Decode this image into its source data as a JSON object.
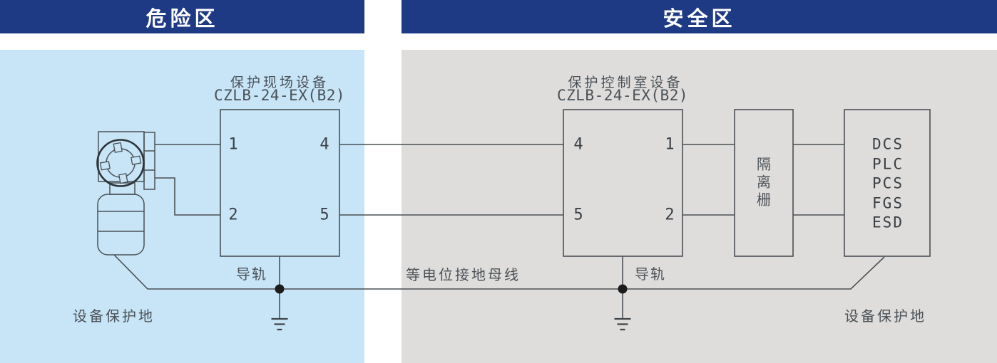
{
  "zones": {
    "hazard": {
      "title": "危险区"
    },
    "safe": {
      "title": "安全区"
    }
  },
  "field_device": {
    "title_line1": "保护现场设备",
    "title_line2": "CZLB-24-EX(B2)",
    "terminals": {
      "top_left": "1",
      "top_right": "4",
      "bottom_left": "2",
      "bottom_right": "5"
    }
  },
  "control_device": {
    "title_line1": "保护控制室设备",
    "title_line2": "CZLB-24-EX(B2)",
    "terminals": {
      "top_left": "4",
      "top_right": "1",
      "bottom_left": "5",
      "bottom_right": "2"
    }
  },
  "barrier": {
    "label": "隔离栅"
  },
  "control_systems": {
    "list": "DCS\nPLC\nPCS\nFGS\nESD"
  },
  "labels": {
    "rail_left": "导轨",
    "rail_right": "导轨",
    "bus": "等电位接地母线",
    "ground_left": "设备保护地",
    "ground_right": "设备保护地"
  },
  "colors": {
    "zone_bar": "#1e3a85",
    "zone_title_text": "#ffffff",
    "hazard_panel": "#c7e5f7",
    "safe_panel": "#dedddb",
    "line": "#4b5055",
    "text": "#4b5157",
    "junction": "#1c1c1c"
  }
}
